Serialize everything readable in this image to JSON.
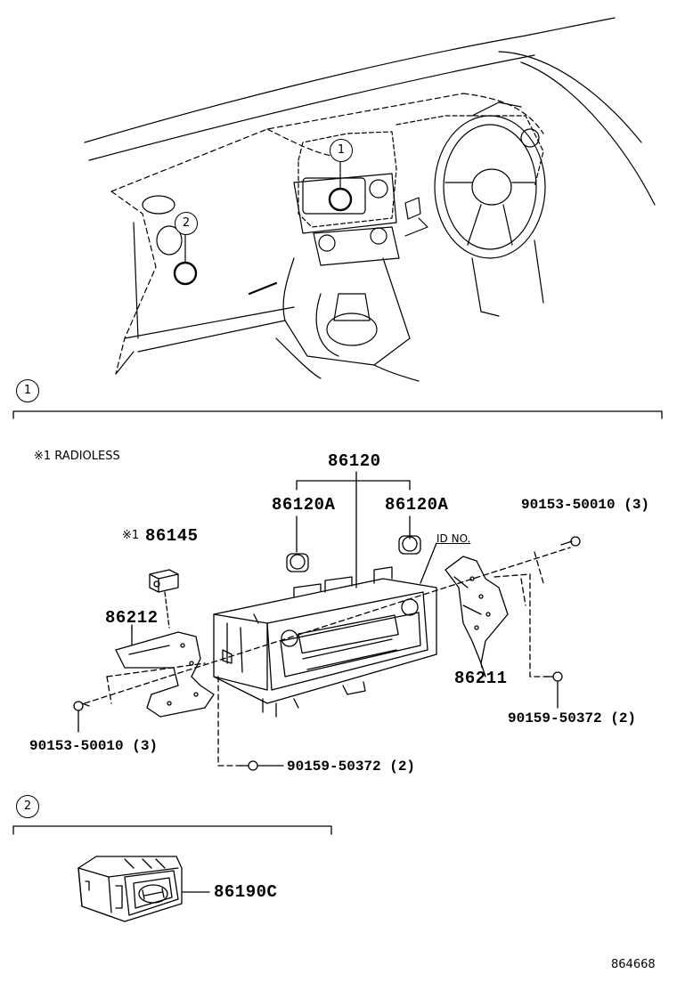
{
  "diagram": {
    "section1_marker": "1",
    "section2_marker": "2",
    "overview_marker1": "1",
    "overview_marker2": "2",
    "note": "※1 RADIOLESS",
    "labels": {
      "assembly": "86120",
      "knob_left": "86120A",
      "knob_right": "86120A",
      "id_no": "ID NO.",
      "screw_top_right": "90153-50010 (3)",
      "switch_note_marker": "※1",
      "switch": "86145",
      "bracket_left": "86212",
      "bracket_right": "86211",
      "screw_bottom_right": "90159-50372 (2)",
      "screw_bottom_left": "90153-50010 (3)",
      "screw_bottom_center": "90159-50372 (2)",
      "switch2": "86190C"
    },
    "figure_code": "864668"
  }
}
